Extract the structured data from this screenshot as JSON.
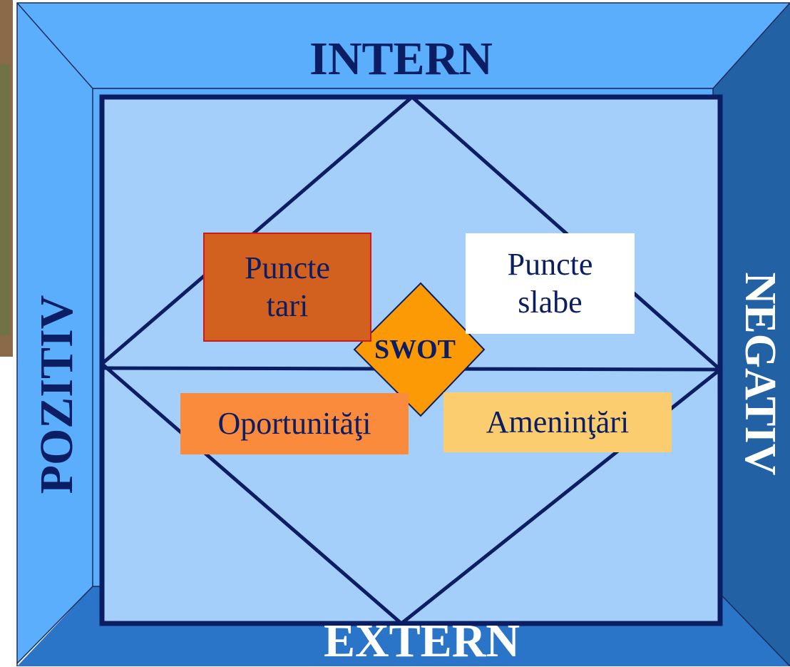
{
  "frame": {
    "top_label": "INTERN",
    "bottom_label": "EXTERN",
    "left_label": "POZITIV",
    "right_label": "NEGATIV"
  },
  "center": {
    "label": "SWOT"
  },
  "quadrants": {
    "strengths": {
      "line1": "Puncte",
      "line2": "tari"
    },
    "weaknesses": {
      "line1": "Puncte",
      "line2": "slabe"
    },
    "opportunities": {
      "label": "Oportunităţi"
    },
    "threats": {
      "label": "Ameninţări"
    }
  },
  "colors": {
    "top_panel": "#5aaefc",
    "left_panel": "#5aaefc",
    "right_panel": "#2161a4",
    "bottom_panel": "#2a75c8",
    "inner_square": "#a3cffa",
    "outline": "#0b1d63",
    "strengths_box": "#d2601e",
    "weaknesses_box": "#ffffff",
    "opportunities_box": "#fa8a3c",
    "threats_box": "#fbcd6e",
    "swot_diamond": "#fc9a05"
  }
}
